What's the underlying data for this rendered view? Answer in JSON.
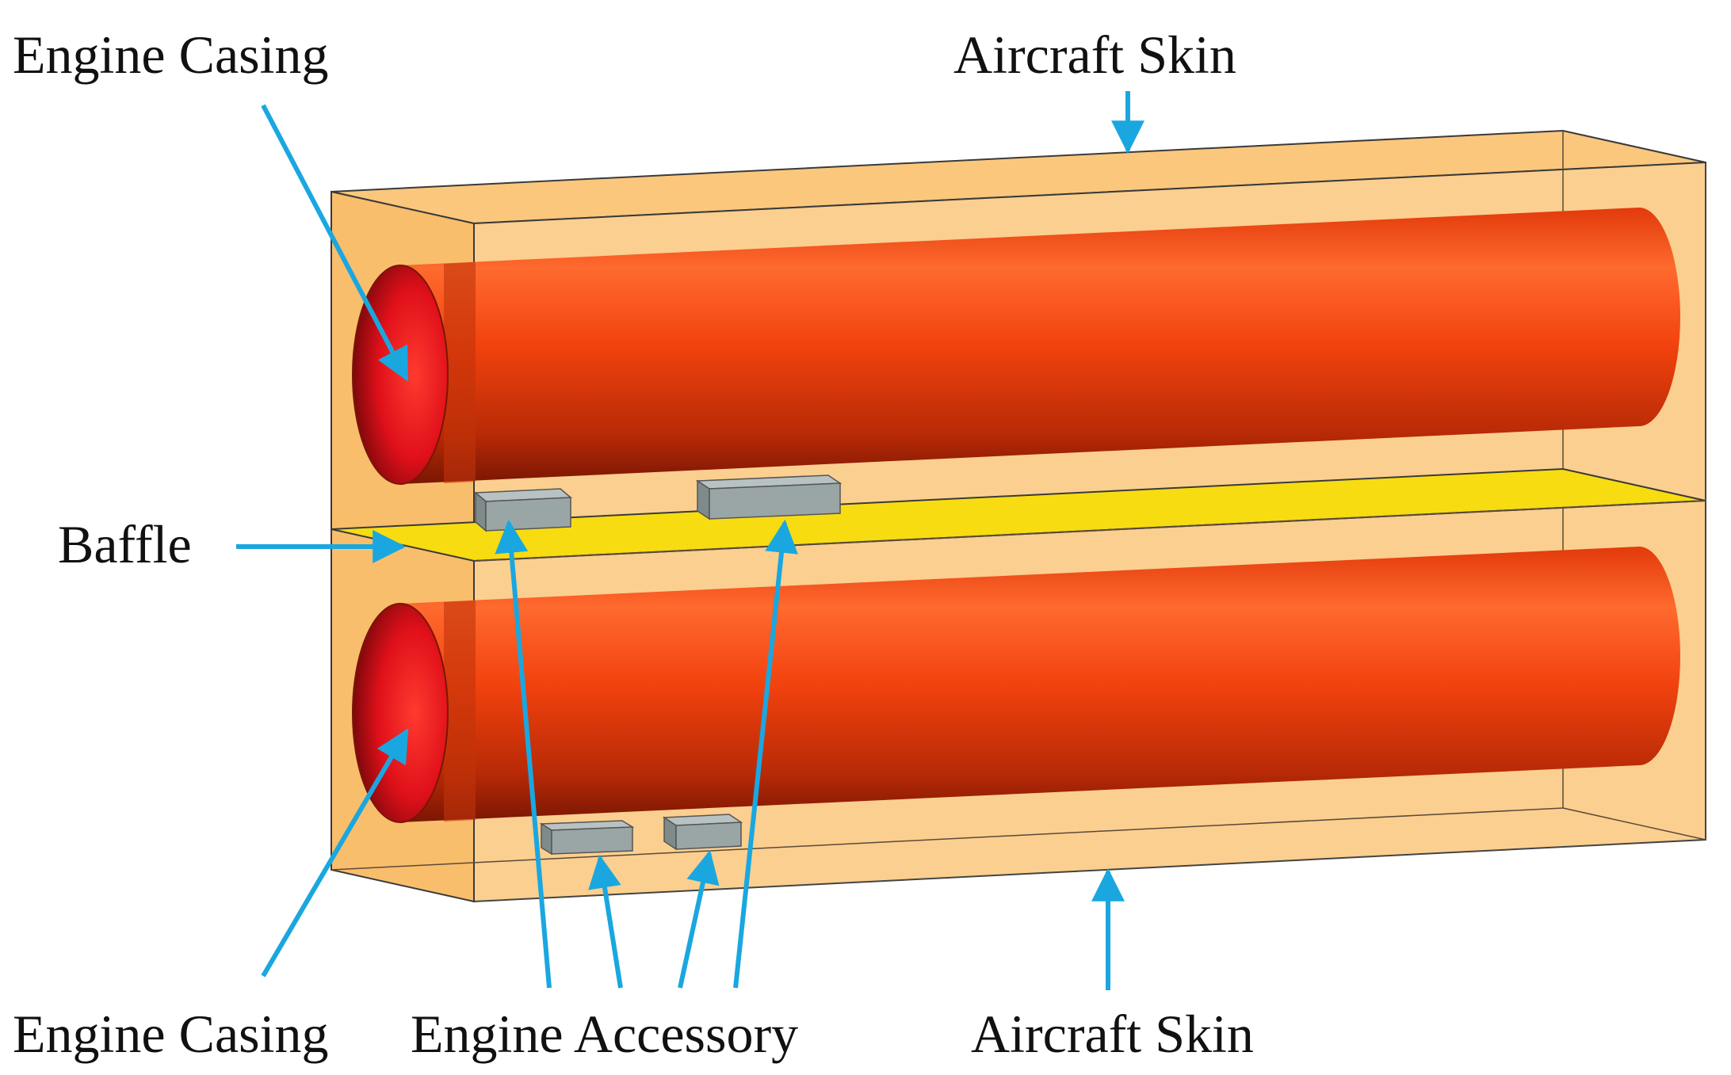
{
  "labels": {
    "engine_casing_top": "Engine Casing",
    "aircraft_skin_top": "Aircraft Skin",
    "baffle": "Baffle",
    "engine_casing_bottom": "Engine Casing",
    "engine_accessory": "Engine Accessory",
    "aircraft_skin_bottom": "Aircraft Skin"
  },
  "colors": {
    "box": "#fbc77d",
    "box_stroke": "#3a3a3a",
    "baffle": "#f7dc12",
    "casing": "#f24a12",
    "accessory": "#9aa6a6",
    "arrow": "#1aa7e0"
  }
}
